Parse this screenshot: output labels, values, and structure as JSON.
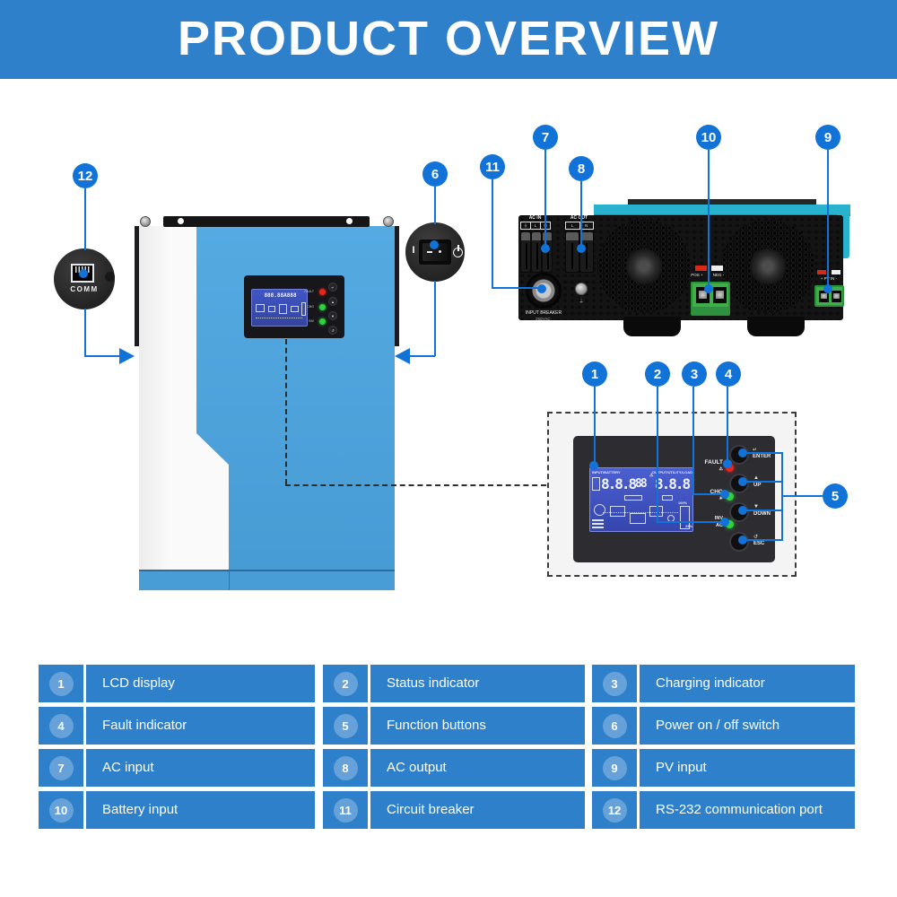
{
  "header": {
    "title": "PRODUCT OVERVIEW"
  },
  "callouts": {
    "c1": "1",
    "c2": "2",
    "c3": "3",
    "c4": "4",
    "c5": "5",
    "c6": "6",
    "c7": "7",
    "c8": "8",
    "c9": "9",
    "c10": "10",
    "c11": "11",
    "c12": "12"
  },
  "legend": {
    "items": [
      {
        "n": "1",
        "t": "LCD display"
      },
      {
        "n": "2",
        "t": "Status indicator"
      },
      {
        "n": "3",
        "t": "Charging indicator"
      },
      {
        "n": "4",
        "t": "Fault indicator"
      },
      {
        "n": "5",
        "t": "Function buttons"
      },
      {
        "n": "6",
        "t": "Power on / off switch"
      },
      {
        "n": "7",
        "t": "AC input"
      },
      {
        "n": "8",
        "t": "AC output"
      },
      {
        "n": "9",
        "t": "PV input"
      },
      {
        "n": "10",
        "t": "Battery input"
      },
      {
        "n": "11",
        "t": "Circuit breaker"
      },
      {
        "n": "12",
        "t": "RS-232 communication port"
      }
    ]
  },
  "front_panel": {
    "lcd_digits": "888.88A888",
    "led_labels": [
      "FAULT",
      "CHG",
      "INV"
    ]
  },
  "comm_port": {
    "label": "COMM"
  },
  "power_switch": {
    "on": "I"
  },
  "rear": {
    "ac_in": "AC IN",
    "ac_in_c1": "⏚",
    "ac_in_c2": "L",
    "ac_in_c3": "N",
    "ac_out": "AC OUT",
    "ac_out_c1": "L",
    "ac_out_c2": "N",
    "breaker1": "INPUT BREAKER",
    "breaker2": "250VAC-",
    "bat_pos": "POS +",
    "bat_neg": "NEG -",
    "pv": "+ PV IN -",
    "ground": "⏚"
  },
  "detail": {
    "lcd": {
      "top_left": "INPUT/BATTERY",
      "top_right": "OUTPUT/UTILITY/LOAD",
      "digits_left": "8.8.8",
      "digits_mid": "88",
      "digits_right": "8.8.8",
      "warn_icon": "⚠",
      "pct_full": "100%",
      "pct_low": "25%"
    },
    "led_fault": "FAULT",
    "led_fault_icon": "⚠",
    "led_chg": "CHG",
    "led_chg_icon": "☀",
    "led_inv": "INV",
    "led_ac": "AC",
    "led_ac_icon": "☀",
    "btn_enter": "ENTER",
    "btn_enter_icon": "↵",
    "btn_up": "UP",
    "btn_up_icon": "▲",
    "btn_down": "DOWN",
    "btn_down_icon": "▼",
    "btn_esc": "ESC",
    "btn_esc_icon": "↺"
  },
  "colors": {
    "accent": "#1173d8",
    "banner_blue": "#2e80cb",
    "front_blue": "#4ea5df",
    "teal": "#29b2cd",
    "lcd_blue": "#4b5fd0",
    "terminal_green": "#3fae4a",
    "led_red": "#e8251d",
    "led_green": "#2fd23c"
  }
}
